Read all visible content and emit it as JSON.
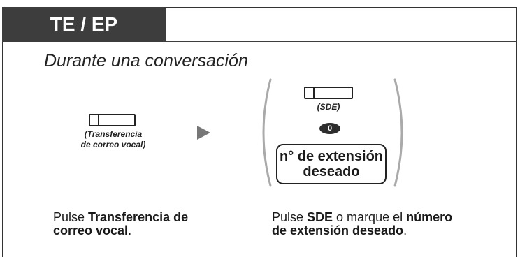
{
  "header": {
    "title": "TE / EP"
  },
  "subtitle": "Durante una conversación",
  "step1": {
    "key_label_line1": "(Transferencia",
    "key_label_line2": "de correo vocal)",
    "instruction": {
      "prefix": "Pulse ",
      "bold": "Transferencia de correo vocal",
      "suffix": "."
    }
  },
  "step2": {
    "key_label": "(SDE)",
    "zero_key": "0",
    "extension_line1": "n° de extensión",
    "extension_line2": "deseado",
    "instruction": {
      "prefix": "Pulse ",
      "bold1": "SDE",
      "middle": " o marque el ",
      "bold2": "número de extensión deseado",
      "suffix": "."
    }
  },
  "colors": {
    "header_bg": "#3d3d3d",
    "arrow": "#777777",
    "paren": "#aaaaaa"
  }
}
